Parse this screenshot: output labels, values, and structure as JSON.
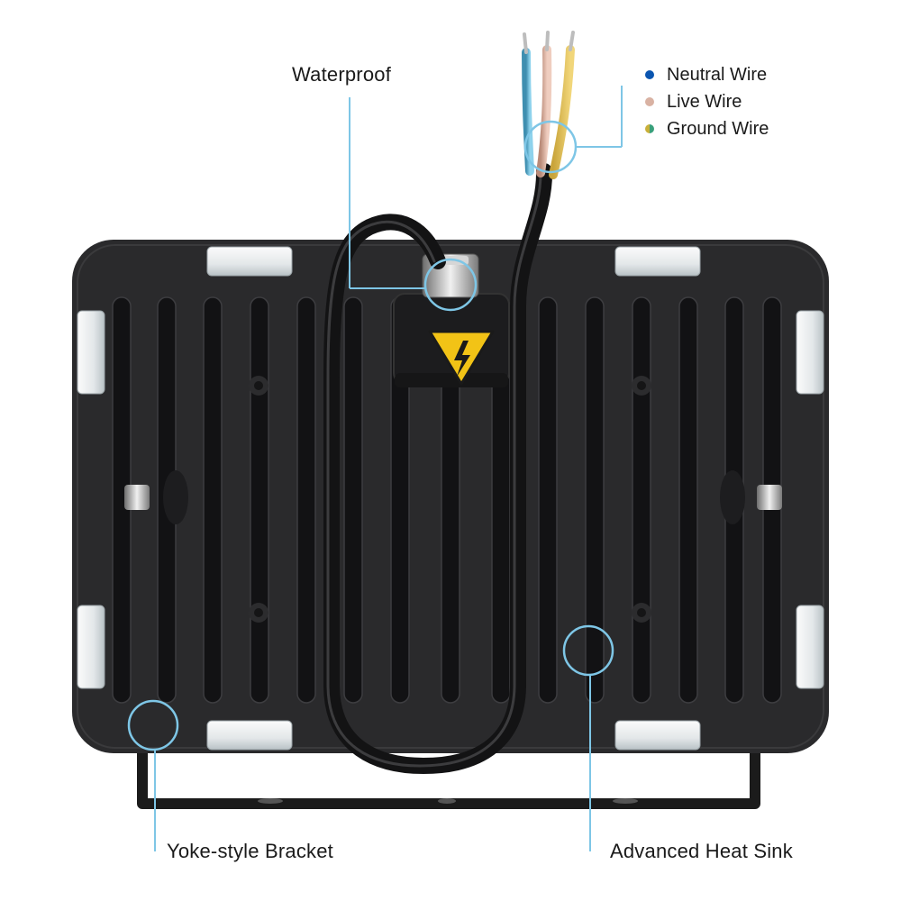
{
  "labels": {
    "waterproof": "Waterproof",
    "yoke_bracket": "Yoke-style Bracket",
    "heat_sink": "Advanced Heat Sink"
  },
  "legend": [
    {
      "label": "Neutral Wire",
      "color": "#0a55b0"
    },
    {
      "label": "Live Wire",
      "color": "#d9b2a3"
    },
    {
      "label": "Ground Wire",
      "color": "#c9b03a"
    }
  ],
  "colors": {
    "callout": "#7ec6e6",
    "housing": "#2a2a2c",
    "fin": "#121214",
    "warning": "#f2c316",
    "led_tab": "#e9eef0"
  },
  "icons": {
    "warning": "high-voltage-warning-icon"
  }
}
